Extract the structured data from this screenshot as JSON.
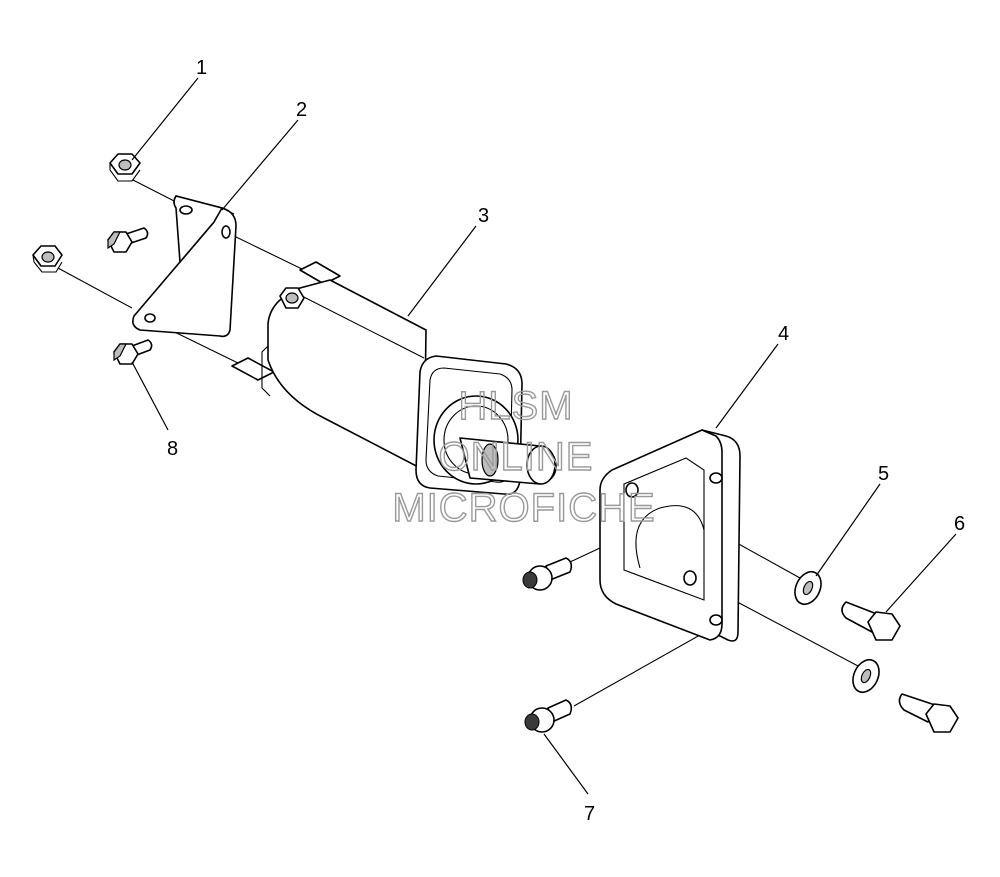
{
  "callouts": [
    "1",
    "2",
    "3",
    "4",
    "5",
    "6",
    "7",
    "8"
  ],
  "watermark": {
    "line1": "HLSM",
    "line2": "ONLINE",
    "line3": "MICROFICHE",
    "color": "#9a9a9a"
  }
}
